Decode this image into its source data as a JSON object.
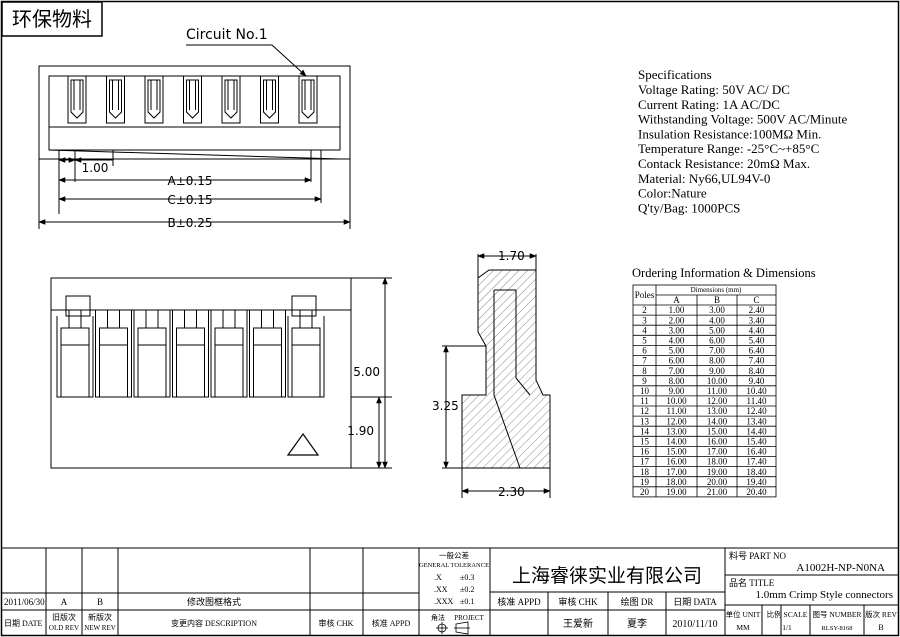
{
  "badge": "环保物料",
  "circuit_label": "Circuit No.1",
  "dims": {
    "pitch": "1.00",
    "a": "A±0.15",
    "c": "C±0.15",
    "b": "B±0.25",
    "w170": "1.70",
    "h500": "5.00",
    "h325": "3.25",
    "h190": "1.90",
    "w230": "2.30"
  },
  "specs": {
    "title": "Specifications",
    "lines": [
      "Voltage Rating: 50V AC/ DC",
      "Current Rating: 1A  AC/DC",
      "Withstanding Voltage: 500V AC/Minute",
      "Insulation Resistance:100MΩ  Min.",
      "Temperature Range: -25°C~+85°C",
      "Contack Resistance: 20mΩ  Max.",
      "Material: Ny66,UL94V-0",
      "Color:Nature",
      "Q'ty/Bag: 1000PCS"
    ]
  },
  "ordering": {
    "title": "Ordering Information & Dimensions",
    "poles_header": "Poles",
    "dims_header": "Dimensions (mm)",
    "col_headers": [
      "A",
      "B",
      "C"
    ],
    "rows": [
      [
        "2",
        "1.00",
        "3.00",
        "2.40"
      ],
      [
        "3",
        "2.00",
        "4.00",
        "3.40"
      ],
      [
        "4",
        "3.00",
        "5.00",
        "4.40"
      ],
      [
        "5",
        "4.00",
        "6.00",
        "5.40"
      ],
      [
        "6",
        "5.00",
        "7.00",
        "6.40"
      ],
      [
        "7",
        "6.00",
        "8.00",
        "7.40"
      ],
      [
        "8",
        "7.00",
        "9.00",
        "8.40"
      ],
      [
        "9",
        "8.00",
        "10.00",
        "9.40"
      ],
      [
        "10",
        "9.00",
        "11.00",
        "10.40"
      ],
      [
        "11",
        "10.00",
        "12.00",
        "11.40"
      ],
      [
        "12",
        "11.00",
        "13.00",
        "12.40"
      ],
      [
        "13",
        "12.00",
        "14.00",
        "13.40"
      ],
      [
        "14",
        "13.00",
        "15.00",
        "14.40"
      ],
      [
        "15",
        "14.00",
        "16.00",
        "15.40"
      ],
      [
        "16",
        "15.00",
        "17.00",
        "16.40"
      ],
      [
        "17",
        "16.00",
        "18.00",
        "17.40"
      ],
      [
        "18",
        "17.00",
        "19.00",
        "18.40"
      ],
      [
        "19",
        "18.00",
        "20.00",
        "19.40"
      ],
      [
        "20",
        "19.00",
        "21.00",
        "20.40"
      ]
    ]
  },
  "title_block": {
    "rev_date": "2011/06/30",
    "old_rev": "A",
    "new_rev": "B",
    "rev_desc": "修改图框格式",
    "h_date": "日期 DATE",
    "h_old_rev": [
      "旧版次",
      "OLD REV"
    ],
    "h_new_rev": [
      "新版次",
      "NEW REV"
    ],
    "h_desc": "变更内容 DESCRIPTION",
    "h_chk": "审核 CHK",
    "h_appd": "核准 APPD",
    "tol_title": [
      "一般公差",
      "GENERAL TOLERANCE"
    ],
    "tol_rows": [
      [
        ".X",
        "±0.3"
      ],
      [
        ".XX",
        "±0.2"
      ],
      [
        ".XXX",
        "±0.1"
      ]
    ],
    "projection": [
      "角法",
      "PROJECT"
    ],
    "company": "上海睿徕实业有限公司",
    "sig_appd": "核准 APPD",
    "sig_chk": "审核 CHK",
    "sig_dr": "绘图 DR",
    "sig_date": "日期 DATA",
    "drawer": "王爱新",
    "checker": "夏李",
    "draw_date": "2010/11/10",
    "part_no_label": "料号 PART NO",
    "part_no": "A1002H-NP-N0NA",
    "title_label": "品名 TITLE",
    "title": "1.0mm Crimp Style connectors",
    "unit_label": "单位 UNIT",
    "unit": "MM",
    "scale_label": "比例 SCALE",
    "scale": "1/1",
    "number_label": "图号 NUMBER",
    "number": "RLSY-8168",
    "rev_label": "版次 REV",
    "rev": "B"
  }
}
